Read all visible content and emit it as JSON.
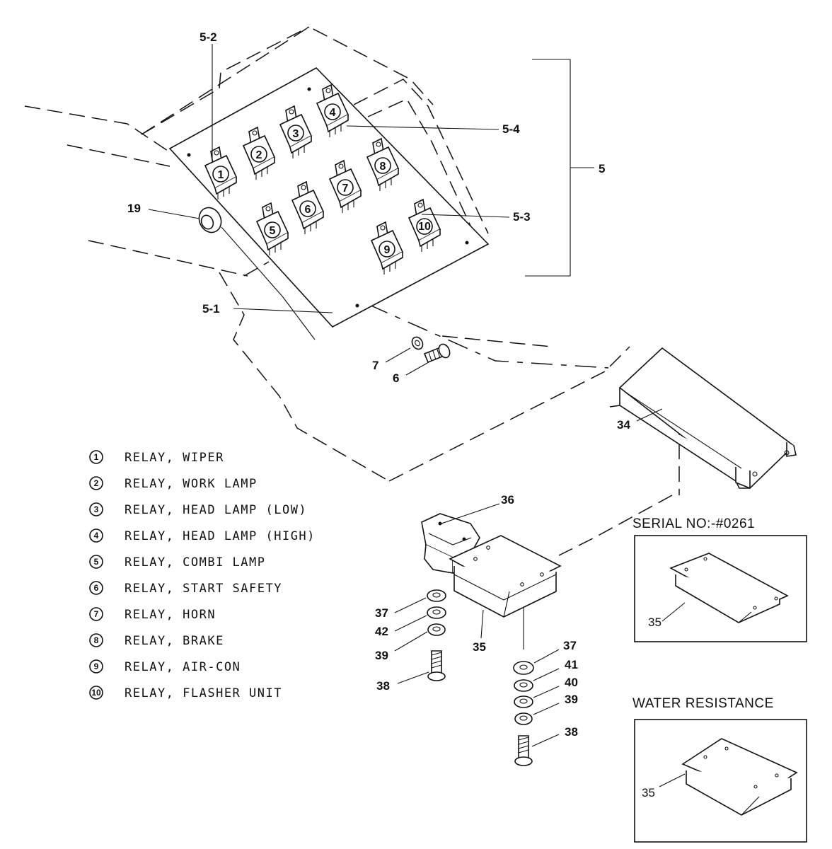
{
  "callouts": {
    "c5_2": "5-2",
    "c5_4": "5-4",
    "c5": "5",
    "c5_3": "5-3",
    "c19": "19",
    "c5_1": "5-1",
    "c7": "7",
    "c6": "6",
    "c34": "34",
    "c36": "36",
    "c37a": "37",
    "c42": "42",
    "c39a": "39",
    "c38a": "38",
    "c35a": "35",
    "c37b": "37",
    "c41": "41",
    "c40": "40",
    "c39b": "39",
    "c38b": "38",
    "c35b": "35",
    "c35c": "35"
  },
  "relay_numbers": [
    "1",
    "2",
    "3",
    "4",
    "5",
    "6",
    "7",
    "8",
    "9",
    "10"
  ],
  "legend": [
    {
      "num": "1",
      "text": "RELAY, WIPER"
    },
    {
      "num": "2",
      "text": "RELAY, WORK LAMP"
    },
    {
      "num": "3",
      "text": "RELAY, HEAD LAMP (LOW)"
    },
    {
      "num": "4",
      "text": "RELAY, HEAD LAMP (HIGH)"
    },
    {
      "num": "5",
      "text": "RELAY, COMBI LAMP"
    },
    {
      "num": "6",
      "text": "RELAY, START SAFETY"
    },
    {
      "num": "7",
      "text": "RELAY, HORN"
    },
    {
      "num": "8",
      "text": "RELAY, BRAKE"
    },
    {
      "num": "9",
      "text": "RELAY, AIR-CON"
    },
    {
      "num": "10",
      "text": "RELAY, FLASHER UNIT"
    }
  ],
  "insets": {
    "serial_title": "SERIAL NO:-#0261",
    "water_title": "WATER RESISTANCE"
  }
}
